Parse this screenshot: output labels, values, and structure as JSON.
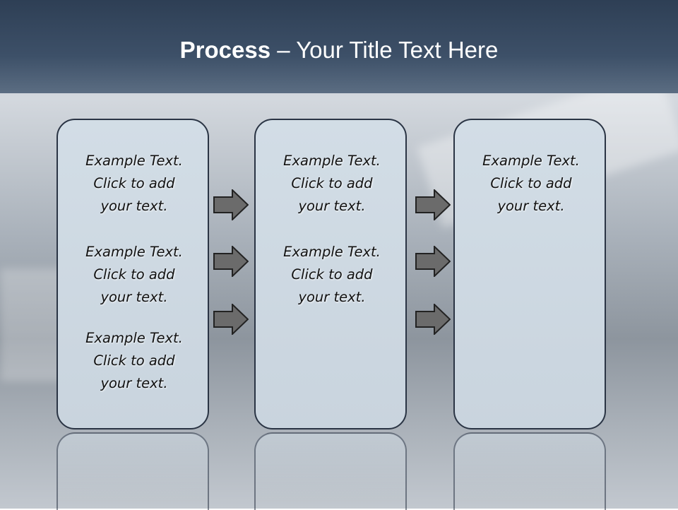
{
  "title": {
    "bold": "Process",
    "rest": " – Your Title Text Here"
  },
  "text_block": {
    "line1": "Example Text.",
    "line2": "Click  to add",
    "line3": "your text."
  },
  "icons": {
    "arrow": "right-arrow-icon"
  },
  "colors": {
    "title_bar": "#34465d",
    "box_fill": "#cdd8e2",
    "box_border": "#2a3444",
    "arrow_fill": "#6b6b6b"
  }
}
